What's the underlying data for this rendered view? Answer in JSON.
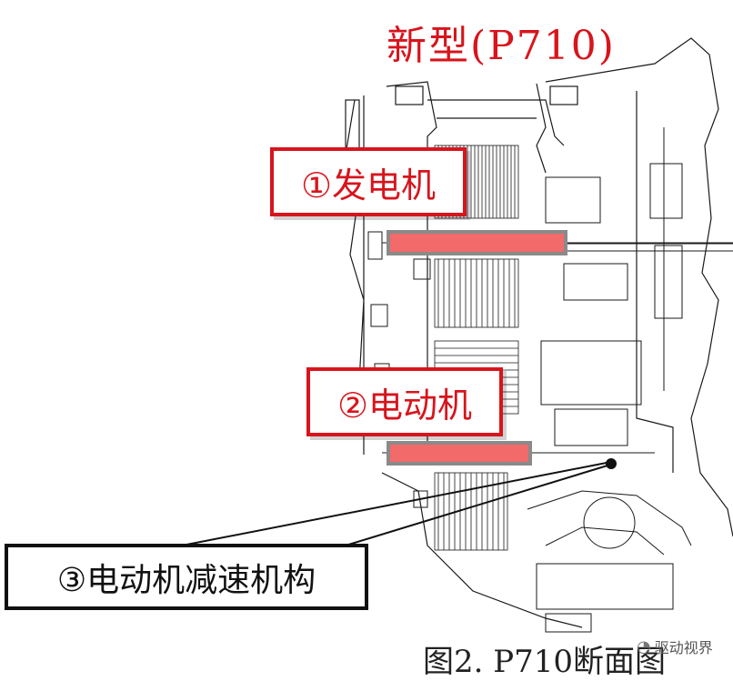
{
  "title": "新型(P710)",
  "labels": {
    "generator": "①发电机",
    "motor": "②电动机",
    "reduction": "③电动机减速机构"
  },
  "caption": "图2. P710断面图",
  "watermark": {
    "icon": "wechat-icon",
    "text": "驱动视界"
  },
  "colors": {
    "accent_red": "#d8141c",
    "highlight_fill": "#f26a6a",
    "highlight_border": "#8a8a8a",
    "line": "#111111"
  }
}
